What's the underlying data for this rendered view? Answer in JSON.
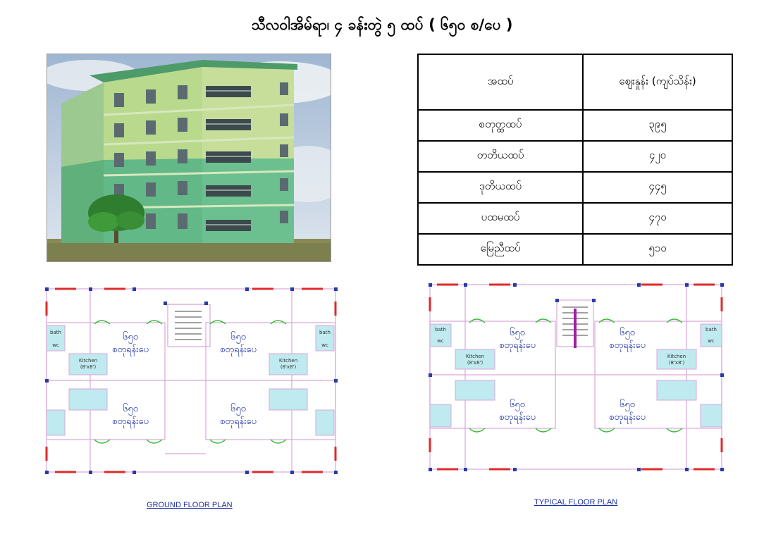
{
  "title": "သီလဝါအိမ်ရာ၊ ၄ ခန်းတွဲ ၅ ထပ် ( ၆၅၀ စ/ပေ )",
  "price_table": {
    "headers": [
      "အထပ်",
      "ဈေးနှုန်း (ကျပ်သိန်း)"
    ],
    "rows": [
      {
        "floor": "စတုတ္ထထပ်",
        "price": "၃၉၅"
      },
      {
        "floor": "တတိယထပ်",
        "price": "၄၂၀"
      },
      {
        "floor": "ဒုတိယထပ်",
        "price": "၄၄၅"
      },
      {
        "floor": "ပထမထပ်",
        "price": "၄၇၀"
      },
      {
        "floor": "မြေညီထပ်",
        "price": "၅၁၀"
      }
    ]
  },
  "plans": {
    "unit_area": "၆၅၀",
    "unit_unit": "စတုရန်းပေ",
    "kitchen": "Kitchen",
    "kitchen_size": "(8'x8')",
    "bath": "bath",
    "wc": "wc",
    "ground_caption": "GROUND FLOOR PLAN",
    "typical_caption": "TYPICAL FLOOR PLAN"
  },
  "colors": {
    "wall_grid": "#d9a7d9",
    "column": "#2a3aa8",
    "window": "#e02a2a",
    "door_arc": "#2fc02f",
    "wet_area": "#bfeaf0",
    "label_blue": "#1a2fa3"
  }
}
